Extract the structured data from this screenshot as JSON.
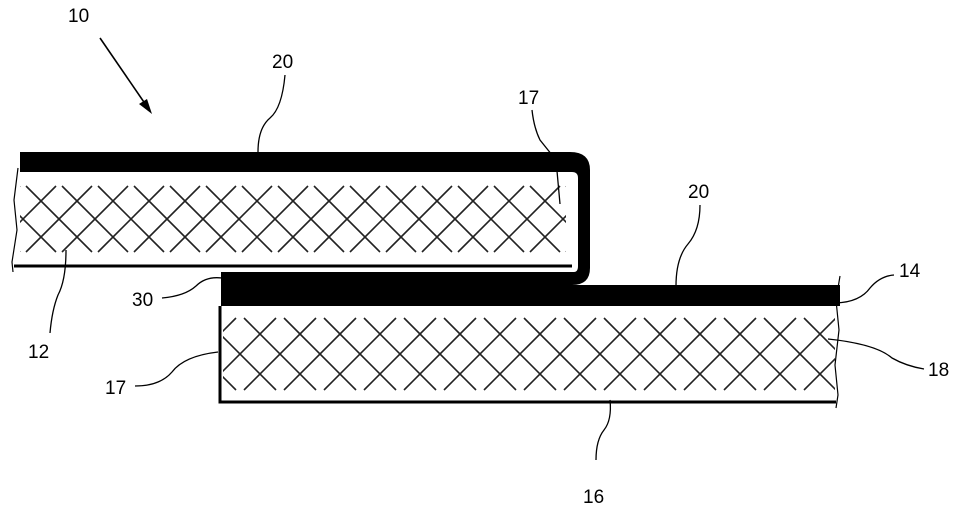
{
  "figure": {
    "colors": {
      "background": "#ffffff",
      "ink": "#000000",
      "hatch": "#222222"
    },
    "reference_numerals": {
      "assembly": "10",
      "coating_upper": "20",
      "coating_lower": "20",
      "edge_upper": "17",
      "edge_lower": "17",
      "seam": "30",
      "panel_upper": "12",
      "panel_lower": "16",
      "surface_lower": "14",
      "core_lower": "18"
    }
  }
}
